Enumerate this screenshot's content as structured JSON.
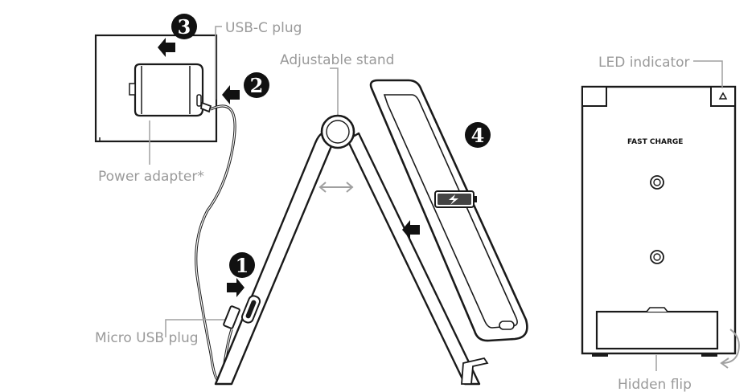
{
  "labels": {
    "usb_c_plug": "USB-C plug",
    "adjustable_stand": "Adjustable stand",
    "power_adapter": "Power adapter*",
    "micro_usb_plug": "Micro USB plug",
    "led_indicator": "LED indicator",
    "hidden_flip": "Hidden flip",
    "fast_charge": "FAST CHARGE"
  },
  "steps": {
    "step1": "1",
    "step2": "2",
    "step3": "3",
    "step4": "4"
  },
  "colors": {
    "line": "#1a1a1a",
    "label_gray": "#9a9a9a",
    "leader_gray": "#a0a0a0",
    "badge": "#111111"
  }
}
